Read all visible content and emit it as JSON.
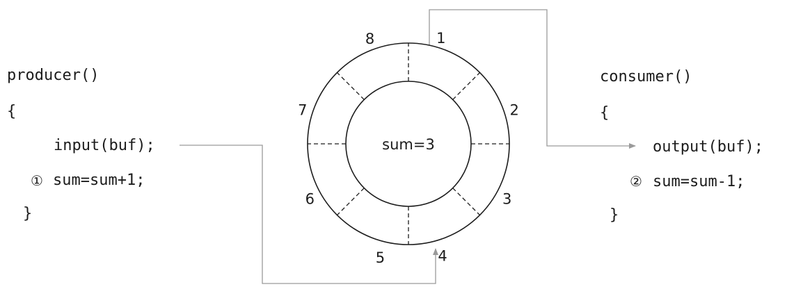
{
  "producer": {
    "header": "producer()",
    "open_brace": "{",
    "line1": "input(buf);",
    "step_marker": "①",
    "line2": "sum=sum+1;",
    "close_brace": "}"
  },
  "consumer": {
    "header": "consumer()",
    "open_brace": "{",
    "line1": "output(buf);",
    "step_marker": "②",
    "line2": "sum=sum-1;",
    "close_brace": "}"
  },
  "buffer": {
    "center_label": "sum=3",
    "slot_labels": [
      "1",
      "2",
      "3",
      "4",
      "5",
      "6",
      "7",
      "8"
    ],
    "slot_count": 8
  },
  "colors": {
    "stroke": "#1c1c1c",
    "arrow": "#9a9a9a"
  }
}
